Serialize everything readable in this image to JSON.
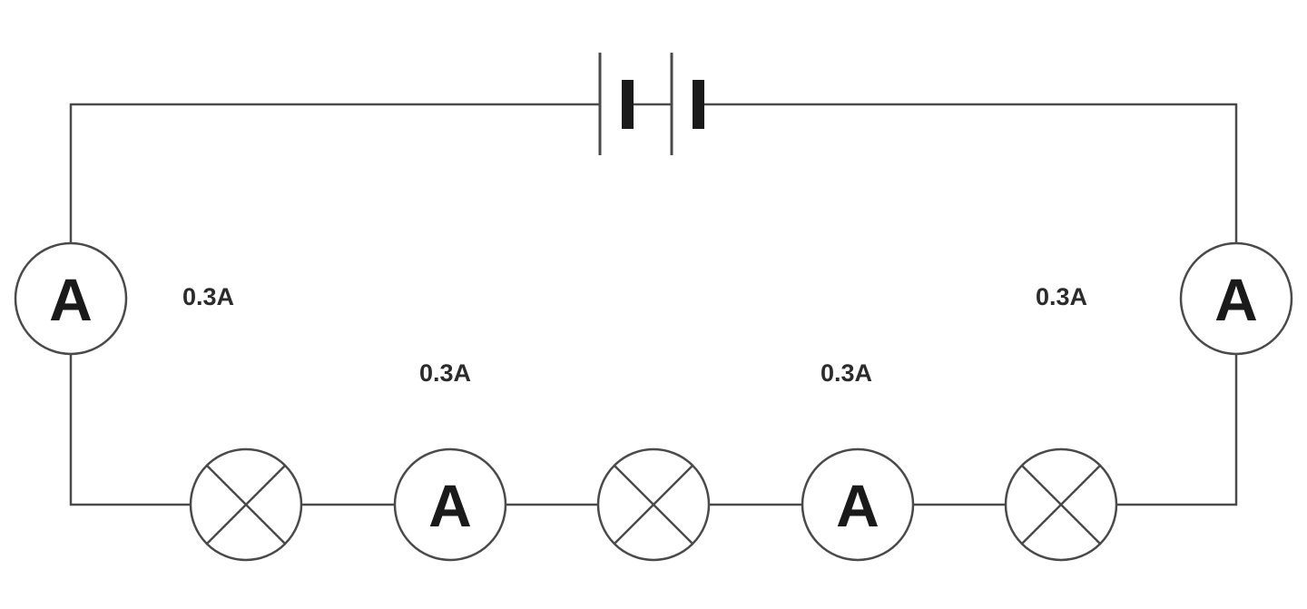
{
  "circuit": {
    "components": {
      "battery": {
        "cells": 2
      },
      "ammeters": [
        {
          "id": "left",
          "symbol": "A"
        },
        {
          "id": "right",
          "symbol": "A"
        },
        {
          "id": "bottom-1",
          "symbol": "A"
        },
        {
          "id": "bottom-2",
          "symbol": "A"
        }
      ],
      "lamps": [
        {
          "id": "lamp-1"
        },
        {
          "id": "lamp-2"
        },
        {
          "id": "lamp-3"
        }
      ]
    },
    "readings": {
      "left": "0.3A",
      "right": "0.3A",
      "bottom_1": "0.3A",
      "bottom_2": "0.3A"
    }
  }
}
